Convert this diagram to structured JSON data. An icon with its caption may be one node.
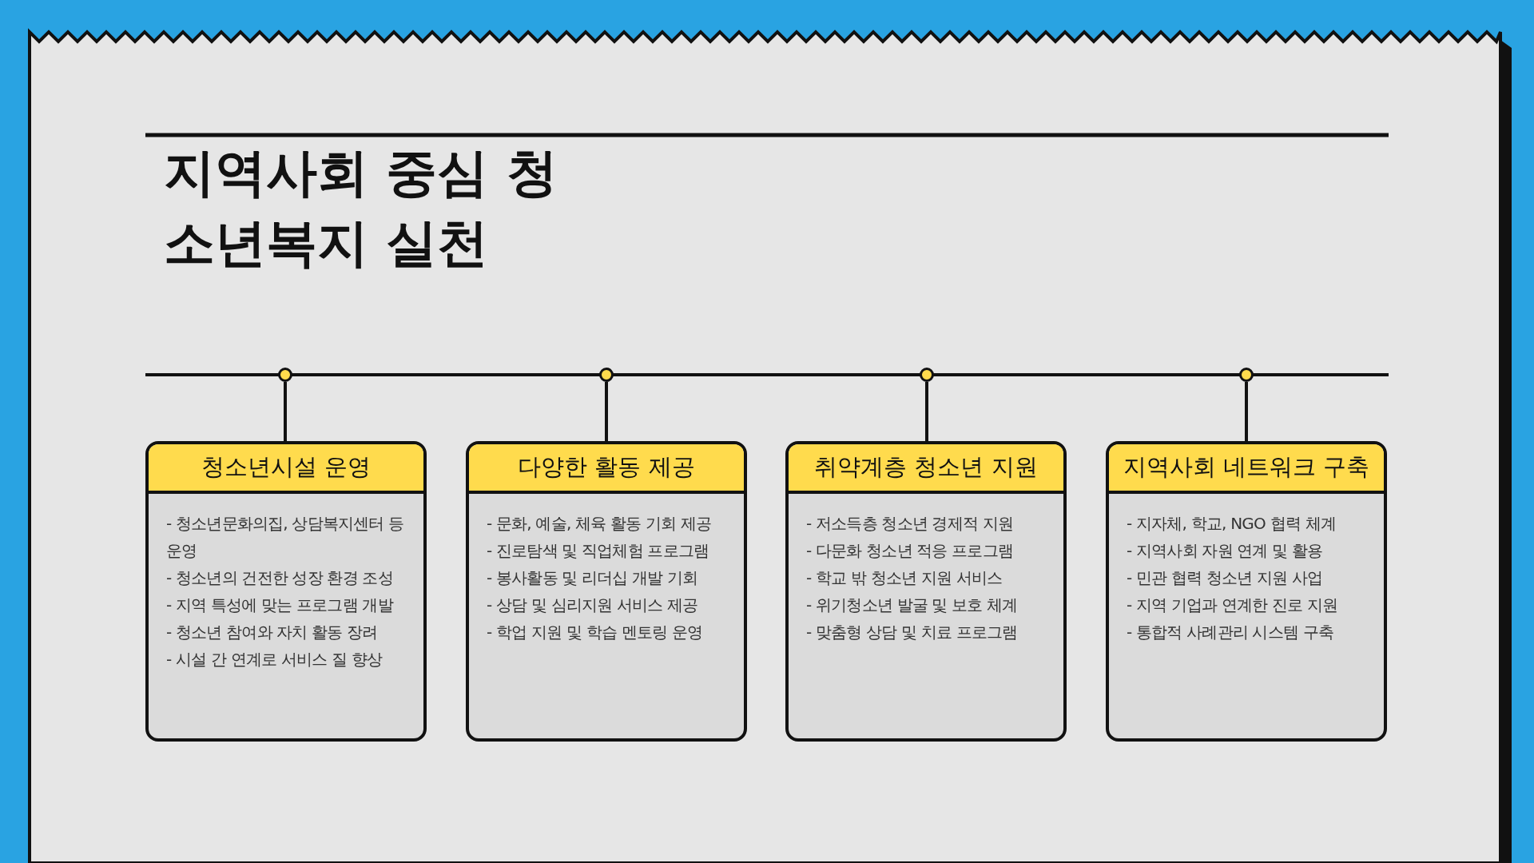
{
  "diagram": {
    "title": "지역사회 중심 청소년복지 실천",
    "nodes": [
      {
        "text": [],
        "shape": "circle"
      },
      {
        "text": [],
        "shape": "circle"
      },
      {
        "text": [],
        "shape": "circle"
      },
      {
        "text": [],
        "shape": "circle"
      },
      {
        "text": [
          "청소년시설 운영",
          "- 청소년문화의집, 상담복지센터 등 운영",
          "- 청소년의 건전한 성장 환경 조성",
          "- 지역 특성에 맞는 프로그램 개발",
          "- 청소년 참여와 자치 활동 장려",
          "- 시설 간 연계로 서비스 질 향상"
        ]
      },
      {
        "text": [
          "다양한 활동 제공",
          "- 문화, 예술, 체육 활동 기회 제공",
          "- 진로탐색 및 직업체험 프로그램",
          "- 봉사활동 및 리더십 개발 기회",
          "- 상담 및 심리지원 서비스 제공",
          "- 학업 지원 및 학습 멘토링 운영"
        ]
      },
      {
        "text": [
          "취약계층 청소년 지원",
          "- 저소득층 청소년 경제적 지원",
          "- 다문화 청소년 적응 프로그램",
          "- 학교 밖 청소년 지원 서비스",
          "- 위기청소년 발굴 및 보호 체계",
          "- 맞춤형 상담 및 치료 프로그램"
        ]
      },
      {
        "text": [
          "지역사회 네트워크 구축",
          "- 지자체, 학교, NGO 협력 체계",
          "- 지역사회 자원 연계 및 활용",
          "- 민관 협력 청소년 지원 사업",
          "- 지역 기업과 연계한 진로 지원",
          "- 통합적 사례관리 시스템 구축"
        ]
      }
    ],
    "edges": [
      {
        "from": 0,
        "to": 4,
        "arrow": "none"
      },
      {
        "from": 1,
        "to": 5,
        "arrow": "none"
      },
      {
        "from": 2,
        "to": 6,
        "arrow": "none"
      },
      {
        "from": 3,
        "to": 7,
        "arrow": "none"
      }
    ]
  }
}
